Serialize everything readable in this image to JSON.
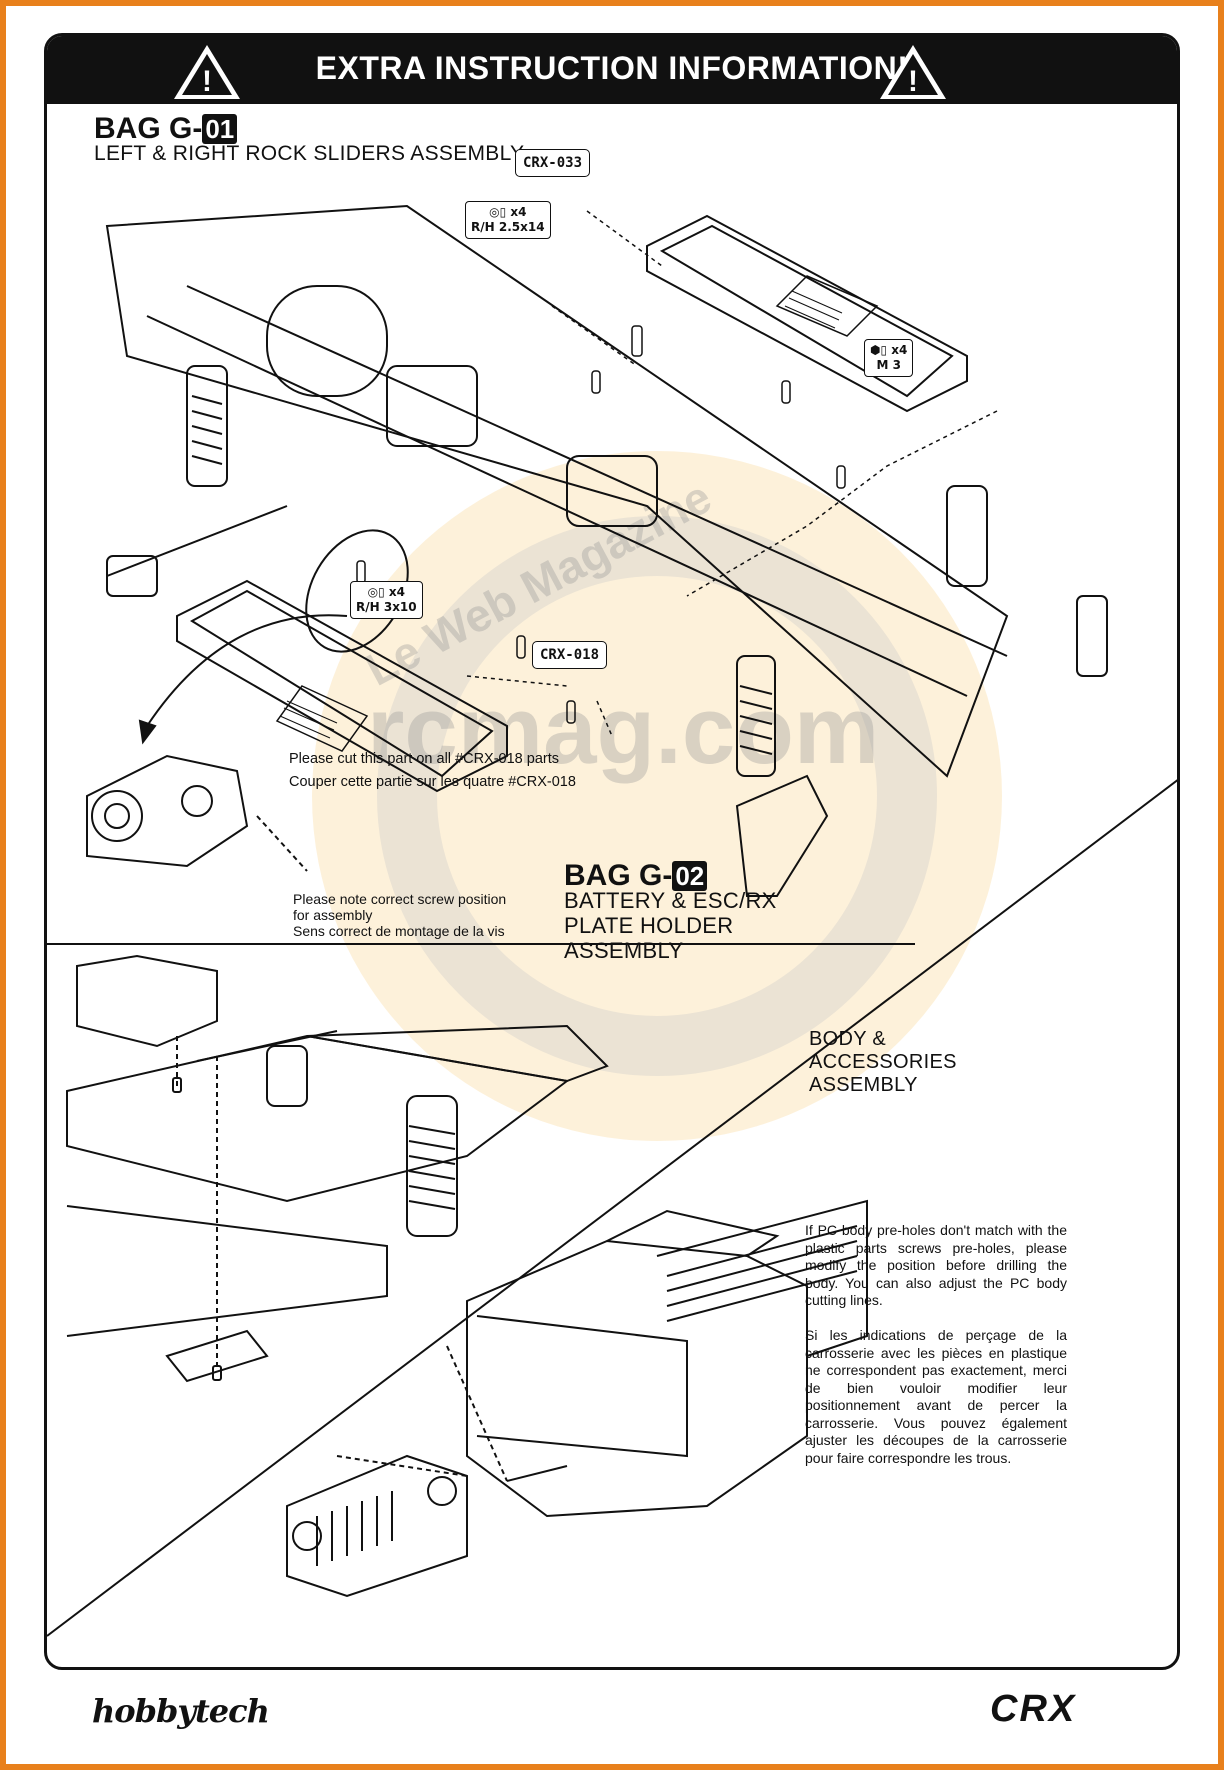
{
  "banner": {
    "title": "EXTRA INSTRUCTION INFORMATION!",
    "warning_glyph": "!"
  },
  "section1": {
    "bag_prefix": "BAG G-",
    "bag_number": "01",
    "subtitle": "LEFT & RIGHT ROCK SLIDERS ASSEMBLY",
    "tag_top": "CRX-033",
    "tag_bottom": "CRX-018",
    "screw_top": {
      "qty": "x4",
      "size": "R/H 2.5x14"
    },
    "screw_right": {
      "qty": "x4",
      "size": "M 3"
    },
    "screw_bottom": {
      "qty": "x4",
      "size": "R/H 3x10"
    },
    "cut_note_en": "Please cut this part on all #CRX-018 parts",
    "cut_note_fr": "Couper cette partie sur les quatre #CRX-018"
  },
  "section2": {
    "bag_prefix": "BAG G-",
    "bag_number": "02",
    "subtitle_lines": [
      "BATTERY & ESC/RX",
      "PLATE HOLDER",
      "ASSEMBLY"
    ],
    "screw_note_lines": [
      "Please note correct screw position",
      "for assembly",
      "Sens correct de montage de la vis"
    ]
  },
  "section3": {
    "title_lines": [
      "BODY &",
      "ACCESSORIES",
      "ASSEMBLY"
    ],
    "para_en": "If PC body pre-holes don't match with the plastic parts screws pre-holes, please modify the position before drilling the body. You can also adjust the PC body cutting lines.",
    "para_fr": "Si les indications de perçage de la carrosserie avec les pièces en plastique ne correspondent pas exactement, merci de bien vouloir modifier leur positionnement avant de percer la carrosserie. Vous pouvez également ajuster les découpes de la carrosserie pour faire correspondre les trous."
  },
  "watermark": {
    "main": "rcmag.com",
    "arc": "Le Web Magazine"
  },
  "footer": {
    "left_brand": "hobbytech",
    "right_brand": "CRX"
  }
}
